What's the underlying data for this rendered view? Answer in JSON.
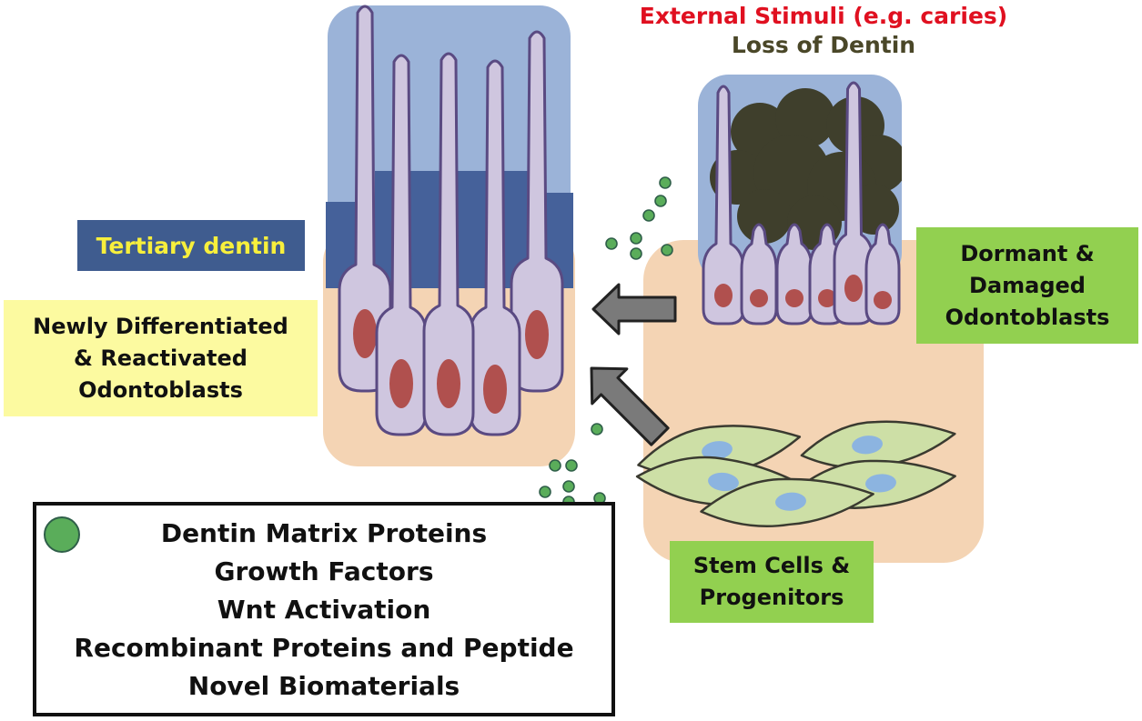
{
  "title_line1": "External Stimuli (e.g. caries)",
  "title_line2": "Loss of Dentin",
  "tertiary_label": "Tertiary dentin",
  "newly_label": [
    "Newly Differentiated",
    "& Reactivated",
    "Odontoblasts"
  ],
  "dormant_label": [
    "Dormant &",
    "Damaged",
    "Odontoblasts"
  ],
  "stem_label": [
    "Stem Cells &",
    "Progenitors"
  ],
  "legend": {
    "marker_icon": "green-dot-icon",
    "items": [
      "Dentin Matrix Proteins",
      "Growth Factors",
      "Wnt Activation",
      "Recombinant Proteins and Peptide",
      "Novel Biomaterials"
    ]
  },
  "colors": {
    "stimuli_text": "#e01020",
    "loss_text": "#4a4728",
    "tertiary_box": "#3f5c8f",
    "tertiary_text": "#f7ef3c",
    "newly_box": "#fcfaa0",
    "green_box": "#92d050",
    "dentin_blue": "#9bb3d8",
    "tertiary_band": "#45619a",
    "pulp": "#f4d4b4",
    "odontoblast_fill": "#cfc6df",
    "odontoblast_stroke": "#5a4a82",
    "nucleus": "#b0504e",
    "caries": "#3f3f2c",
    "stem_cell_fill": "#cddfa6",
    "stem_nucleus": "#8cb4e0",
    "signal_dot": "#5aad5a",
    "arrow": "#7a7a7a"
  }
}
